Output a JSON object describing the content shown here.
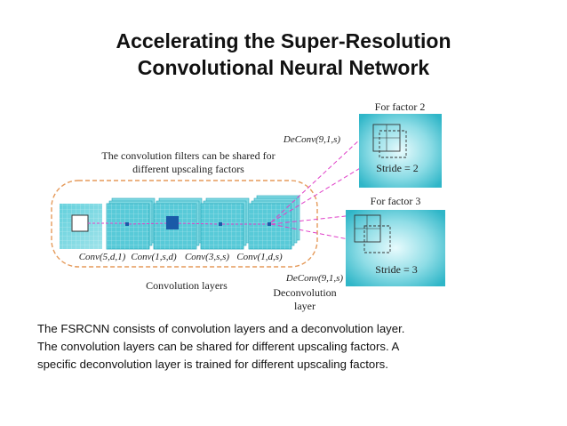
{
  "slide": {
    "title_line1": "Accelerating the Super-Resolution",
    "title_line2": "Convolutional Neural Network"
  },
  "diagram": {
    "shared_note_line1": "The convolution filters can be shared for",
    "shared_note_line2": "different upscaling factors",
    "conv_labels": [
      "Conv(5,d,1)",
      "Conv(1,s,d)",
      "Conv(3,s,s)",
      "Conv(1,d,s)"
    ],
    "convolution_layers_label": "Convolution layers",
    "deconv_top_label": "DeConv(9,1,s)",
    "deconv_bottom_label": "DeConv(9,1,s)",
    "deconvolution_label_line1": "Deconvolution",
    "deconvolution_label_line2": "layer",
    "factor2": {
      "title": "For factor 2",
      "stride": "Stride = 2"
    },
    "factor3": {
      "title": "For factor 3",
      "stride": "Stride = 3"
    },
    "colors": {
      "cyan": "#48c8d6",
      "magenta": "#e040c8",
      "orange_dash": "#e59a5a",
      "dark_blue": "#1a5aa8"
    }
  },
  "caption": {
    "line1": "The FSRCNN consists of convolution layers and a deconvolution layer.",
    "line2": "The convolution layers can be shared for different upscaling factors. A",
    "line3": "specific deconvolution layer is trained for different upscaling factors."
  }
}
